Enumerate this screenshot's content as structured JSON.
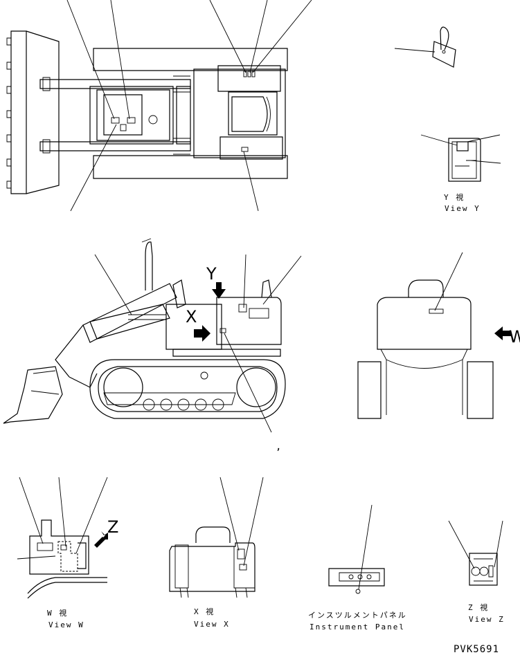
{
  "views": {
    "y_jp": "Y 視",
    "y_en": "View Y",
    "w_jp": "W 視",
    "w_en": "View W",
    "x_jp": "X 視",
    "x_en": "View X",
    "z_jp": "Z 視",
    "z_en": "View Z",
    "panel_jp": "インスツルメントパネル",
    "panel_en": "Instrument Panel"
  },
  "arrows": {
    "y": "Y",
    "x": "X",
    "w": "W",
    "z": "Z"
  },
  "stray_mark": ",",
  "drawing_code": "PVK5691"
}
